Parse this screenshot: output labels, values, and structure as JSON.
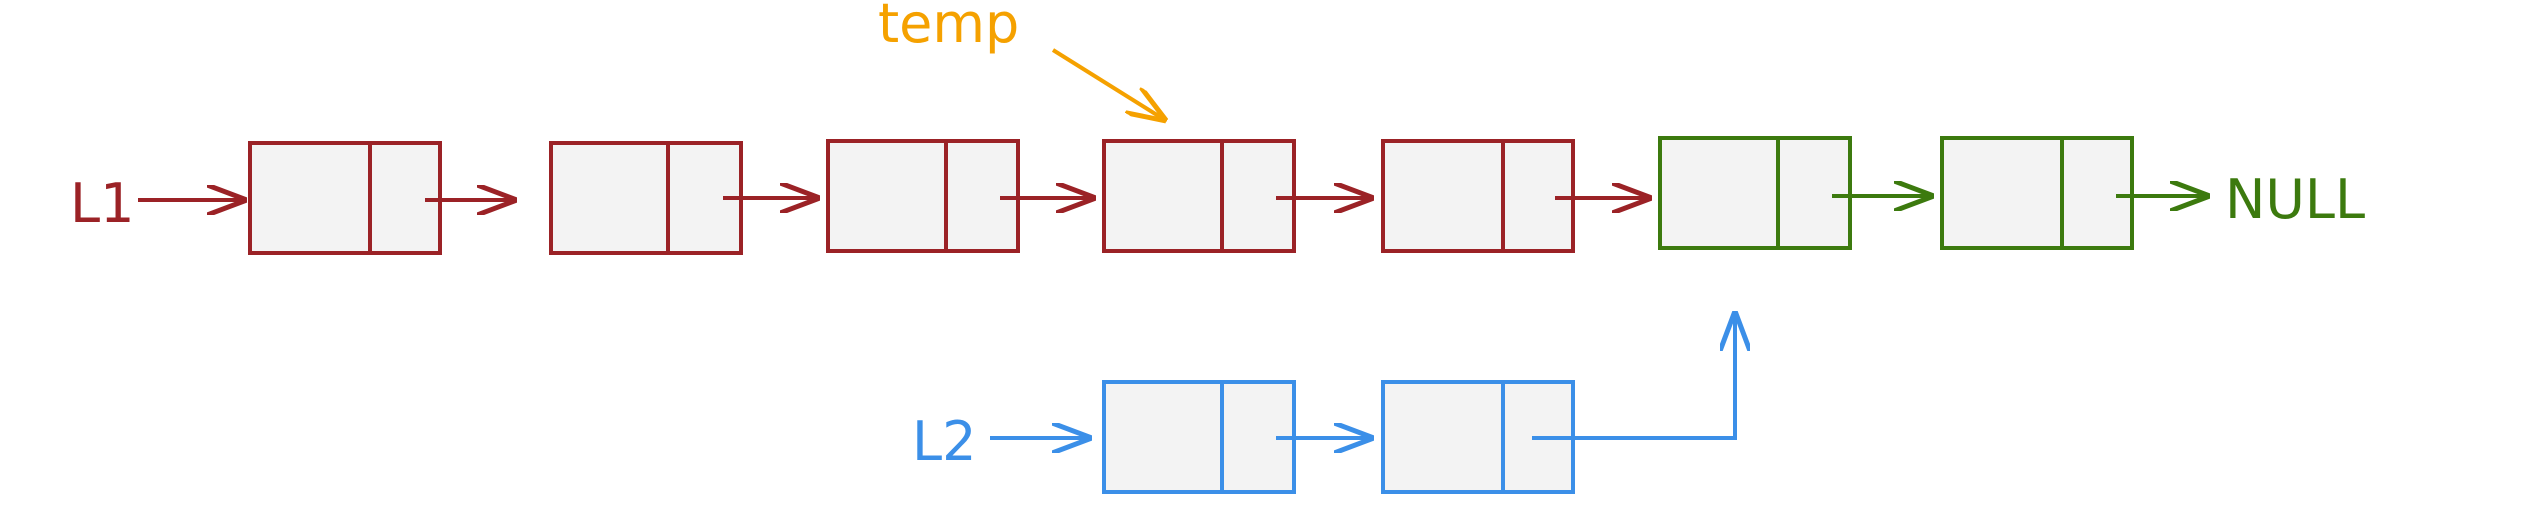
{
  "labels": {
    "list1": "L1",
    "list2": "L2",
    "pointer": "temp",
    "terminator": "NULL"
  },
  "colors": {
    "list1": "#9b2226",
    "shared": "#3c7a0e",
    "list2": "#3b8fe8",
    "pointer": "#f5a100",
    "node_fill": "#f3f3f3"
  },
  "lists": {
    "list1_exclusive_nodes": 5,
    "list2_exclusive_nodes": 2,
    "shared_nodes": 2,
    "temp_points_to_list1_node": 4
  }
}
